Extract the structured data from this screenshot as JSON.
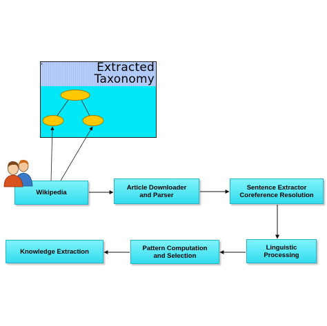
{
  "taxonomy": {
    "title_line1": "Extracted",
    "title_line2": "Taxonomy"
  },
  "nodes": {
    "wikipedia": "Wikipedia",
    "article_downloader": "Article Downloader\nand Parser",
    "sentence_extractor": "Sentence Extractor\nCoreference Resolution",
    "linguistic_processing": "Linguistic\nProcessing",
    "pattern_computation": "Pattern Computation\nand Selection",
    "knowledge_extraction": "Knowledge Extraction"
  },
  "colors": {
    "node_fill": "#33dcee",
    "taxonomy_body": "#00e8f8",
    "taxonomy_header": "#b6cdf9",
    "taxonomy_node": "#ffc800"
  },
  "icons": {
    "users": "users-icon"
  }
}
